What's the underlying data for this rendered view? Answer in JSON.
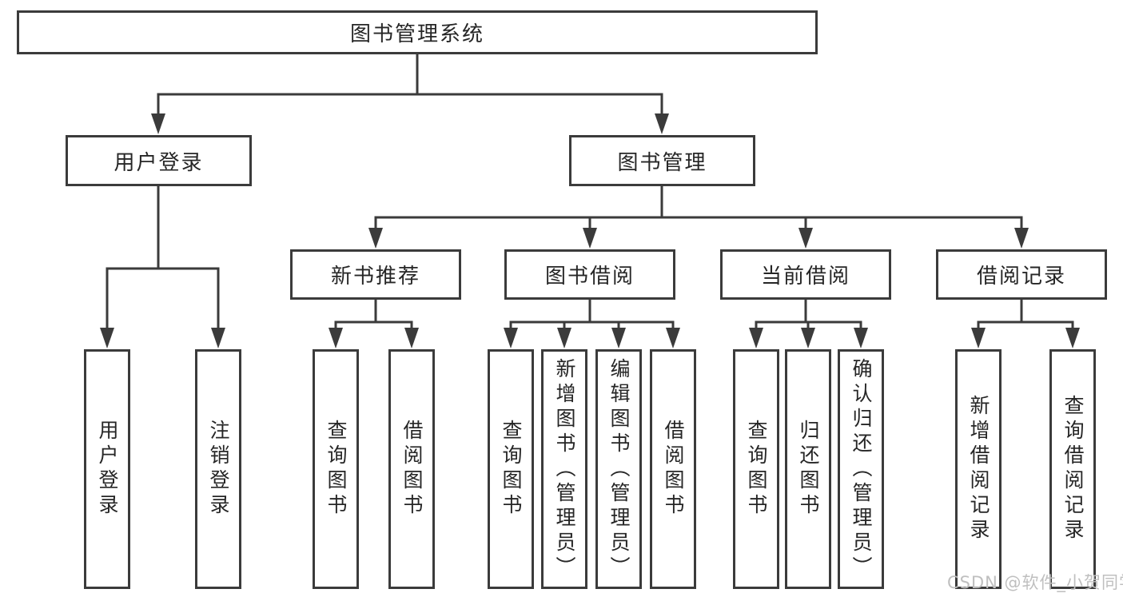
{
  "diagram": {
    "root": {
      "label": "图书管理系统"
    },
    "branches": [
      {
        "label": "用户登录",
        "children": [
          {
            "label": "用户登录"
          },
          {
            "label": "注销登录"
          }
        ]
      },
      {
        "label": "图书管理",
        "children": [
          {
            "label": "新书推荐",
            "children": [
              {
                "label": "查询图书"
              },
              {
                "label": "借阅图书"
              }
            ]
          },
          {
            "label": "图书借阅",
            "children": [
              {
                "label": "查询图书"
              },
              {
                "label": "新增图书（管理员）"
              },
              {
                "label": "编辑图书（管理员）"
              },
              {
                "label": "借阅图书"
              }
            ]
          },
          {
            "label": "当前借阅",
            "children": [
              {
                "label": "查询图书"
              },
              {
                "label": "归还图书"
              },
              {
                "label": "确认归还（管理员）"
              }
            ]
          },
          {
            "label": "借阅记录",
            "children": [
              {
                "label": "新增借阅记录"
              },
              {
                "label": "查询借阅记录"
              }
            ]
          }
        ]
      }
    ],
    "watermark": "CSDN @软件_小贺同学",
    "style": {
      "line_color": "#3b3b3b",
      "box_border_color": "#3b3b3b",
      "text_color": "#262626",
      "watermark_color": "#bfbfbf",
      "background_color": "#ffffff"
    }
  }
}
